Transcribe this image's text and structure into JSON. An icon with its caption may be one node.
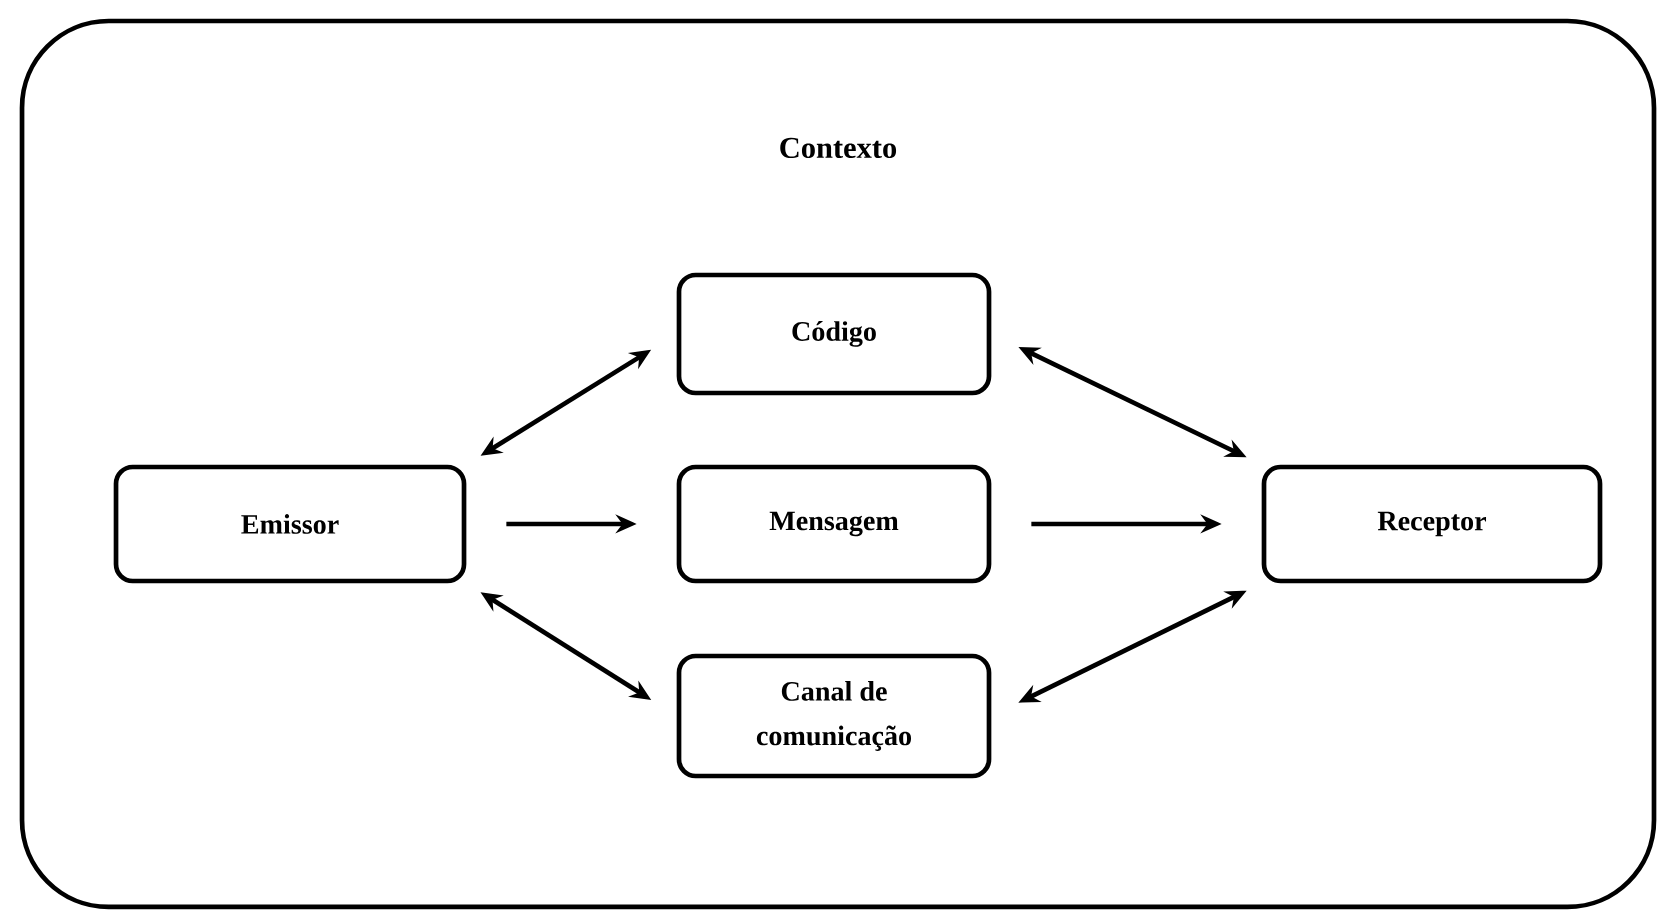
{
  "diagram": {
    "nodes": [
      {
        "text": [
          "Contexto"
        ]
      },
      {
        "text": [
          "Código"
        ],
        "in": 0
      },
      {
        "text": [
          "Emissor"
        ],
        "in": 0
      },
      {
        "text": [
          "Mensagem"
        ],
        "in": 0
      },
      {
        "text": [
          "Receptor"
        ],
        "in": 0
      },
      {
        "text": [
          "Canal de comunicação"
        ],
        "in": 0
      }
    ],
    "edges": [
      {
        "from": 2,
        "to": 1,
        "arrow": "both"
      },
      {
        "from": 2,
        "to": 3,
        "arrow": "to"
      },
      {
        "from": 2,
        "to": 5,
        "arrow": "both"
      },
      {
        "from": 1,
        "to": 4,
        "arrow": "both"
      },
      {
        "from": 3,
        "to": 4,
        "arrow": "to"
      },
      {
        "from": 5,
        "to": 4,
        "arrow": "both"
      }
    ]
  }
}
